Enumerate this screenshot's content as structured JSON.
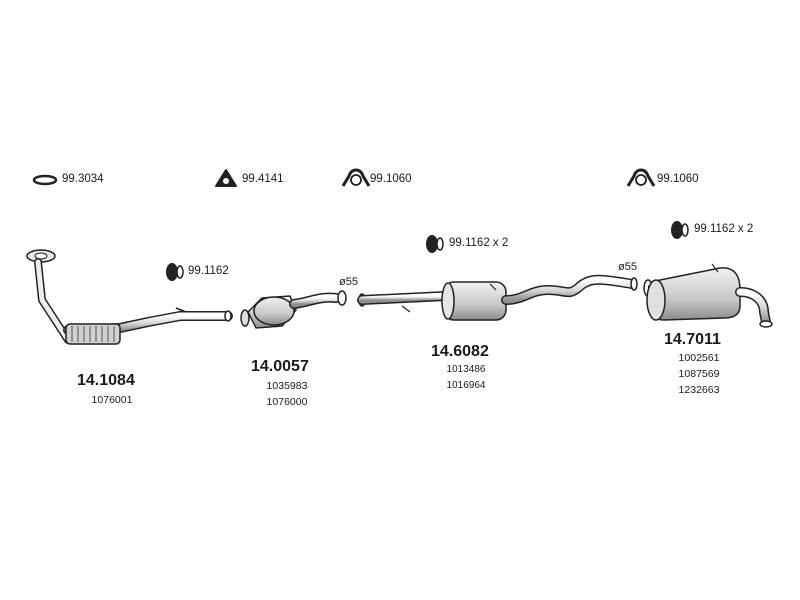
{
  "accessories": {
    "gasket": "99.3034",
    "flange_gasket": "99.4141",
    "clamp_left": "99.1060",
    "clamp_right": "99.1060",
    "hanger_front": "99.1162",
    "hanger_middle": "99.1162 x 2",
    "hanger_rear": "99.1162 x 2"
  },
  "dimensions": {
    "pipe_diameter_1": "ø55",
    "pipe_diameter_2": "ø55"
  },
  "parts": [
    {
      "number": "14.1084",
      "refs": [
        "1076001"
      ]
    },
    {
      "number": "14.0057",
      "refs": [
        "1035983",
        "1076000"
      ]
    },
    {
      "number": "14.6082",
      "refs": [
        "1013486",
        "1016964"
      ]
    },
    {
      "number": "14.7011",
      "refs": [
        "1002561",
        "1087569",
        "1232663"
      ]
    }
  ],
  "colors": {
    "line": "#222222",
    "shade": "#cfcfcf",
    "dark": "#333333"
  }
}
